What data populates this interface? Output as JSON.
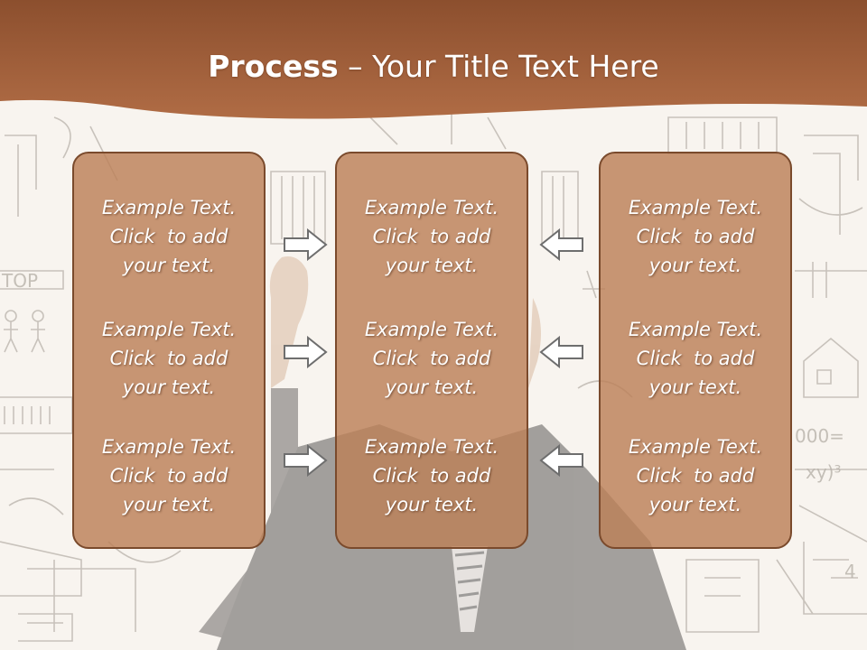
{
  "title": {
    "bold": "Process",
    "rest": " – Your Title Text Here"
  },
  "columns": [
    {
      "id": "left",
      "items": [
        {
          "line1": "Example Text.",
          "line2": "Click  to add",
          "line3": "your text."
        },
        {
          "line1": "Example Text.",
          "line2": "Click  to add",
          "line3": "your text."
        },
        {
          "line1": "Example Text.",
          "line2": "Click  to add",
          "line3": "your text."
        }
      ]
    },
    {
      "id": "middle",
      "items": [
        {
          "line1": "Example Text.",
          "line2": "Click  to add",
          "line3": "your text."
        },
        {
          "line1": "Example Text.",
          "line2": "Click  to add",
          "line3": "your text."
        },
        {
          "line1": "Example Text.",
          "line2": "Click  to add",
          "line3": "your text."
        }
      ]
    },
    {
      "id": "right",
      "items": [
        {
          "line1": "Example Text.",
          "line2": "Click  to add",
          "line3": "your text."
        },
        {
          "line1": "Example Text.",
          "line2": "Click  to add",
          "line3": "your text."
        },
        {
          "line1": "Example Text.",
          "line2": "Click  to add",
          "line3": "your text."
        }
      ]
    }
  ],
  "colors": {
    "header": "#9b5a33",
    "box_fill": "#bc8058",
    "box_border": "#7a4a2c",
    "background": "#f7f3ee"
  },
  "icons": [
    "arrow-right-icon",
    "arrow-left-icon"
  ]
}
